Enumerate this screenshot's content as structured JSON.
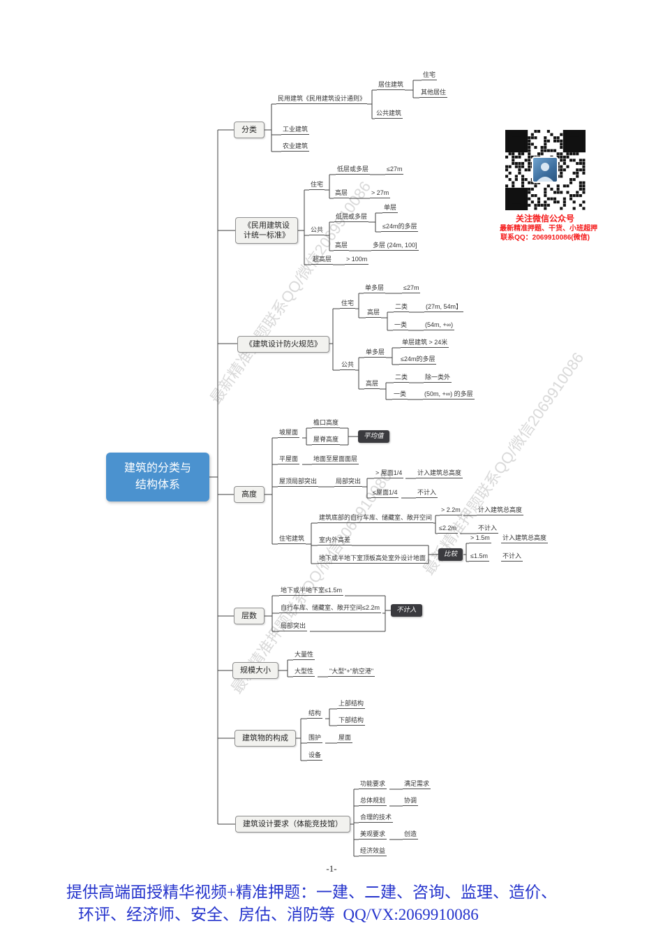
{
  "root": {
    "line1": "建筑的分类与",
    "line2": "结构体系"
  },
  "nodes": {
    "b1": "分类",
    "b1a": "民用建筑《民用建筑设计通则》",
    "b1a1": "居住建筑",
    "b1a1a": "住宅",
    "b1a1b": "其他居住",
    "b1a2": "公共建筑",
    "b1b": "工业建筑",
    "b1c": "农业建筑",
    "b2": "《民用建筑设计统一标准》",
    "b2a": "住宅",
    "b2a1": "低层或多层",
    "b2a1v": "≤27m",
    "b2a2": "高层",
    "b2a2v": "> 27m",
    "b2b": "公共",
    "b2b1": "低层或多层",
    "b2b1a": "单层",
    "b2b1b": "≤24m的多层",
    "b2b2": "高层",
    "b2b2v": "多层 (24m, 100]",
    "b2c": "超高层",
    "b2cv": "> 100m",
    "b3": "《建筑设计防火规范》",
    "b3a": "住宅",
    "b3a1": "单多层",
    "b3a1v": "≤27m",
    "b3a2": "高层",
    "b3a2a": "二类",
    "b3a2av": "(27m, 54m】",
    "b3a2b": "一类",
    "b3a2bv": "(54m, +∞)",
    "b3b": "公共",
    "b3b1": "单多层",
    "b3b1a": "单层建筑 > 24米",
    "b3b1b": "≤24m的多层",
    "b3b2": "高层",
    "b3b2a": "二类",
    "b3b2av": "除一类外",
    "b3b2b": "一类",
    "b3b2bv": "(50m, +∞) 的多层",
    "b4": "高度",
    "b4a": "坡屋面",
    "b4a1": "檐口高度",
    "b4a2": "屋脊高度",
    "b4lab": "平均值",
    "b4b": "平屋面",
    "b4bv": "地面至屋面面层",
    "b4c": "屋顶局部突出",
    "b4c1": "局部突出",
    "b4c1a": "> 屋面1/4",
    "b4c1av": "计入建筑总高度",
    "b4c1b": "≤屋面1/4",
    "b4c1bv": "不计入",
    "b4d": "住宅建筑",
    "b4d1": "建筑底部的自行车库、储藏室、敞开空间",
    "b4d1a": "> 2.2m",
    "b4d1av": "计入建筑总高度",
    "b4d1b": "≤2.2m",
    "b4d1bv": "不计入",
    "b4d2": "室内外高差",
    "b4d3": "地下或半地下室顶板高处室外设计地面",
    "b4dlab": "比较",
    "b4d4a": "> 1.5m",
    "b4d4av": "计入建筑总高度",
    "b4d4b": "≤1.5m",
    "b4d4bv": "不计入",
    "b5": "层数",
    "b5a": "地下或半地下室≤1.5m",
    "b5b": "自行车库、储藏室、敞开空间≤2.2m",
    "b5c": "局部突出",
    "b5lab": "不计入",
    "b6": "规模大小",
    "b6a": "大量性",
    "b6b": "大型性",
    "b6bv": "\"大型\"+\"航空港\"",
    "b7": "建筑物的构成",
    "b7a": "结构",
    "b7a1": "上部结构",
    "b7a2": "下部结构",
    "b7b": "围护",
    "b7bv": "屋面",
    "b7c": "设备",
    "b8": "建筑设计要求（体能竞技馆）",
    "b8a": "功能要求",
    "b8av": "满足需求",
    "b8b": "总体规划",
    "b8bv": "协调",
    "b8c": "合理的技术",
    "b8d": "美观要求",
    "b8dv": "创造",
    "b8e": "经济效益"
  },
  "qr": {
    "caption1": "关注微信公众号",
    "caption2": "最新精准押题、干货、小班超押",
    "caption3": "联系QQ：2069910086(微信)"
  },
  "watermark": {
    "text": "最新精准押题联系QQ/微信2069910086"
  },
  "footer": {
    "page": "-1-",
    "line1": "提供高端面授精华视频+精准押题：一建、二建、咨询、监理、造价、",
    "line2": "环评、经济师、安全、房估、消防等  QQ/VX:2069910086"
  },
  "colors": {
    "root_bg": "#4b92cf",
    "dark_label_bg": "#3a3a3e",
    "qr_text_red": "#f51818",
    "footer_blue": "#2433cc",
    "line": "#3f3f3f"
  }
}
